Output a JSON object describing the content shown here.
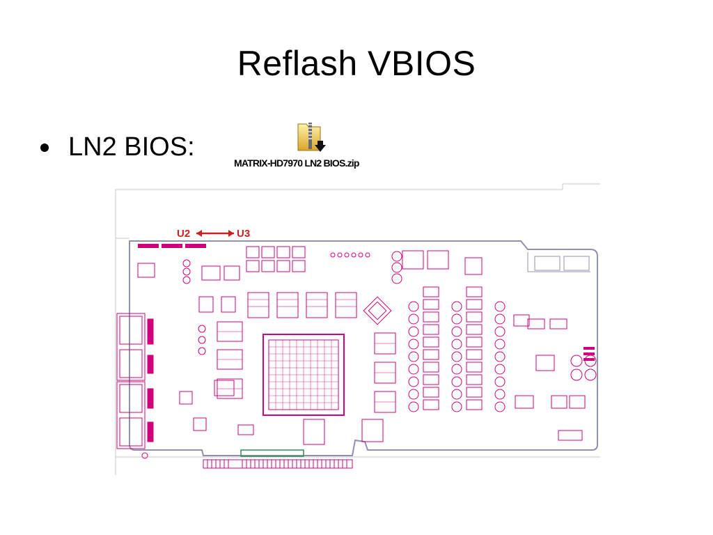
{
  "slide": {
    "title": "Reflash VBIOS",
    "bullet_label": "LN2 BIOS:",
    "attachment": {
      "file_name": "MATRIX-HD7970 LN2 BIOS.zip",
      "icon": "zip-folder-icon"
    }
  },
  "board_diagram": {
    "label_left": "U2",
    "label_right": "U3",
    "arrow_icon": "double-arrow-icon",
    "colors": {
      "trace": "#d0007a",
      "label": "#cc1f1f",
      "outline": "#9090b0",
      "connector": "#2e8b57"
    }
  }
}
